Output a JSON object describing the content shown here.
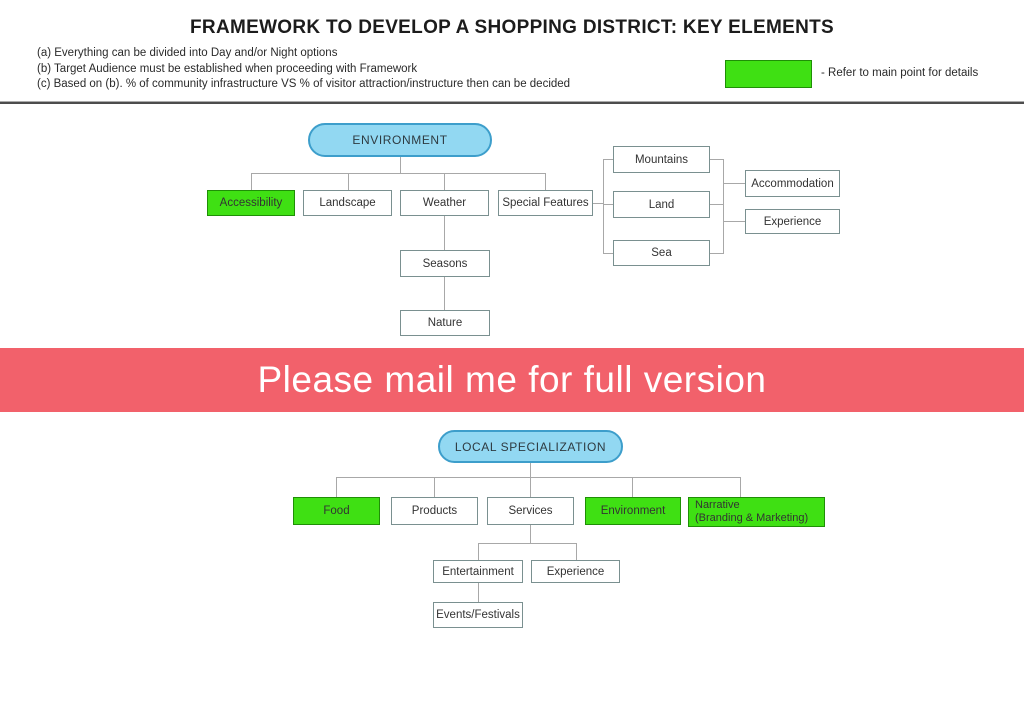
{
  "title": "FRAMEWORK TO DEVELOP A SHOPPING DISTRICT: KEY ELEMENTS",
  "notes": {
    "a": "(a) Everything can be divided into Day and/or Night options",
    "b": "(b) Target Audience must be established when proceeding with Framework",
    "c": "(c) Based on (b). % of community infrastructure VS % of visitor attraction/instructure then can be decided"
  },
  "legend": {
    "label": "- Refer to main point for details"
  },
  "banner": {
    "text": "Please mail me for full version"
  },
  "nodes": {
    "environment_root": "ENVIRONMENT",
    "accessibility": "Accessibility",
    "landscape": "Landscape",
    "weather": "Weather",
    "special_features": "Special Features",
    "seasons": "Seasons",
    "nature": "Nature",
    "mountains": "Mountains",
    "land": "Land",
    "sea": "Sea",
    "accommodation": "Accommodation",
    "experience_top": "Experience",
    "local_root": "LOCAL SPECIALIZATION",
    "food": "Food",
    "products": "Products",
    "services": "Services",
    "environment_child": "Environment",
    "narrative_line1": "Narrative",
    "narrative_line2": "(Branding & Marketing)",
    "entertainment": "Entertainment",
    "experience_bottom": "Experience",
    "events_festivals": "Events/Festivals"
  },
  "colors": {
    "highlight_green": "#3fe013",
    "green_border": "#1f8f06",
    "node_blue": "#92d8f2",
    "node_blue_border": "#3d9ecb",
    "box_border": "#7a9090",
    "connector": "#a8a8a8",
    "banner_red": "#f2616b",
    "text_dark": "#333333",
    "separator": "#4d4d4d"
  }
}
